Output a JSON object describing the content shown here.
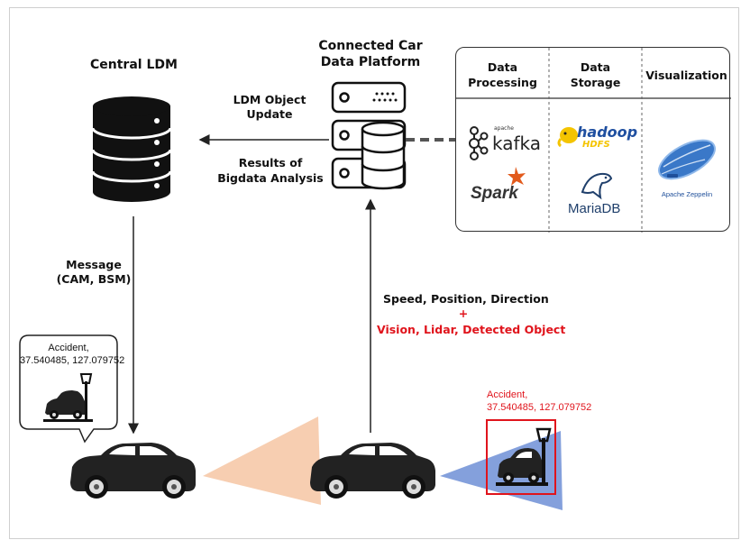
{
  "central_ldm": {
    "title": "Central LDM"
  },
  "platform": {
    "title_line1": "Connected Car",
    "title_line2": "Data Platform"
  },
  "arrows": {
    "ldm_update_line1": "LDM Object",
    "ldm_update_line2": "Update",
    "results_line1": "Results of",
    "results_line2": "Bigdata Analysis",
    "message_line1": "Message",
    "message_line2": "(CAM, BSM)",
    "upload_line1": "Speed, Position, Direction",
    "upload_plus": "+",
    "upload_line2": "Vision, Lidar, Detected Object"
  },
  "panel": {
    "columns": [
      {
        "header_line1": "Data",
        "header_line2": "Processing"
      },
      {
        "header_line1": "Data",
        "header_line2": "Storage"
      },
      {
        "header_line1": "Visualization",
        "header_line2": ""
      }
    ],
    "logos": {
      "kafka_small": "apache",
      "kafka": "kafka",
      "spark": "Spark",
      "hadoop": "hadoop",
      "hdfs": "HDFS",
      "mariadb": "MariaDB",
      "zeppelin": "Apache Zeppelin"
    }
  },
  "bubble": {
    "line1": "Accident,",
    "line2": "37.540485, 127.079752"
  },
  "detected": {
    "line1": "Accident,",
    "line2": "37.540485, 127.079752"
  },
  "colors": {
    "accent_red": "#e0141c",
    "lidar_blue": "#6f8fd6",
    "vision_peach": "#f6c9a8",
    "kafka": "#222222",
    "spark": "#e25a1c",
    "hadoop": "#1f4fa0",
    "mariadb": "#1f3f6b"
  }
}
